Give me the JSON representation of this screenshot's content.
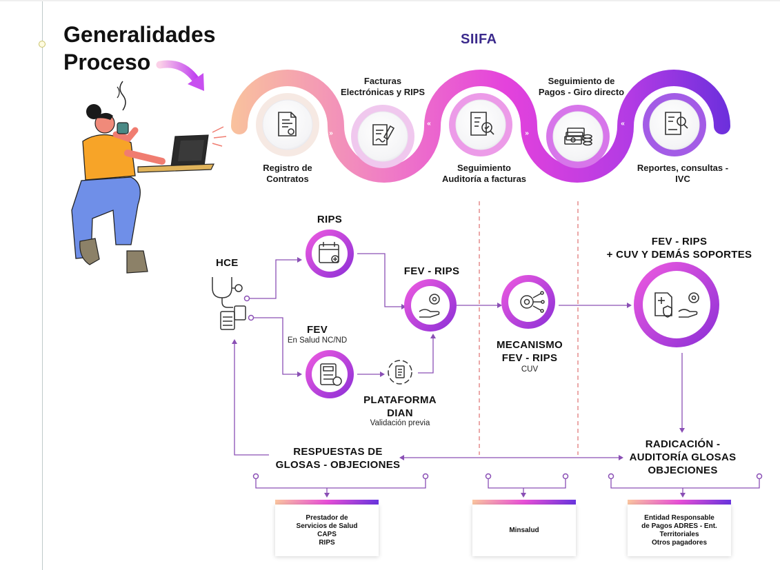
{
  "header": {
    "title_line1": "Generalidades",
    "title_line2": "Proceso",
    "brand": "SIIFA"
  },
  "siifa_steps": [
    {
      "line1": "Registro de",
      "line2": "Contratos",
      "icon": "contract-icon"
    },
    {
      "line1": "Facturas",
      "line2": "Electrónicas y RIPS",
      "icon": "invoice-sign-icon"
    },
    {
      "line1": "Seguimiento",
      "line2": "Auditoría a facturas",
      "icon": "audit-checklist-icon"
    },
    {
      "line1": "Seguimiento de",
      "line2": "Pagos - Giro directo",
      "icon": "money-icon"
    },
    {
      "line1": "Reportes, consultas -",
      "line2": "IVC",
      "icon": "report-search-icon"
    }
  ],
  "flow": {
    "hce": "HCE",
    "rips": "RIPS",
    "fev": "FEV",
    "fev_sub": "En Salud NC/ND",
    "fev_rips": "FEV - RIPS",
    "dian_line1": "PLATAFORMA",
    "dian_line2": "DIAN",
    "dian_sub": "Validación previa",
    "mec_line1": "MECANISMO",
    "mec_line2": "FEV - RIPS",
    "mec_sub": "CUV",
    "soportes_line1": "FEV - RIPS",
    "soportes_line2": "+  CUV Y DEMÁS SOPORTES",
    "resp_line1": "RESPUESTAS DE",
    "resp_line2": "GLOSAS - OBJECIONES",
    "rad_line1": "RADICACIÓN -",
    "rad_line2": "AUDITORÍA GLOSAS",
    "rad_line3": "OBJECIONES"
  },
  "actors": [
    {
      "lines": [
        "Prestador de",
        "Servicios de Salud",
        "CAPS",
        "RIPS"
      ]
    },
    {
      "lines": [
        "Minsalud"
      ]
    },
    {
      "lines": [
        "Entidad Responsable",
        "de Pagos ADRES - Ent.",
        "Territoriales",
        "Otros pagadores"
      ]
    }
  ],
  "colors": {
    "accent_purple": "#7a2fd9",
    "accent_magenta": "#e23fd6",
    "accent_peach": "#f7b58c",
    "line_purple": "#8a4fb5",
    "dash_red": "#e07a7a",
    "brand_blue": "#3b2a8c"
  }
}
